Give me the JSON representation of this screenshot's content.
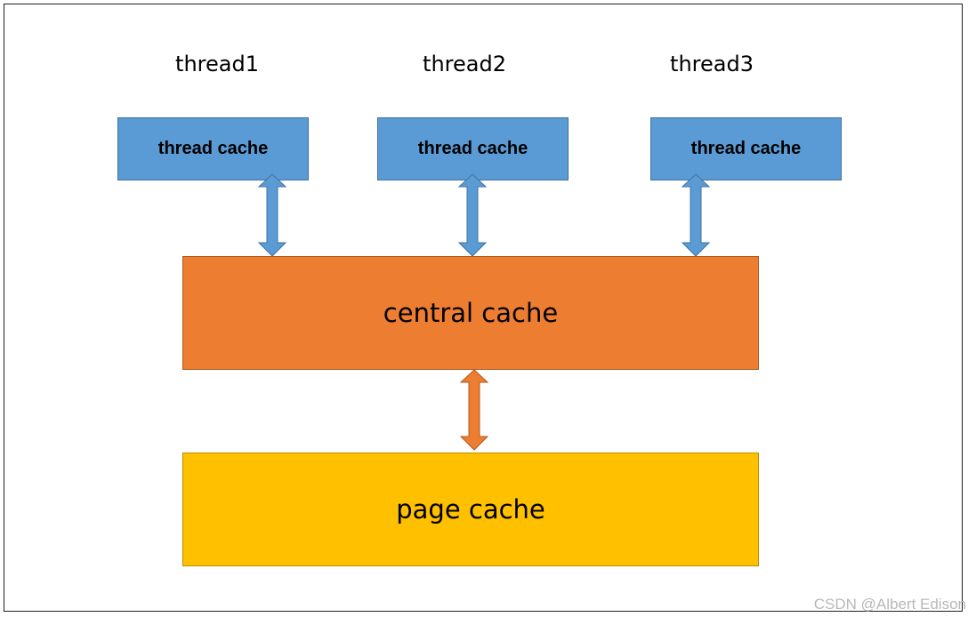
{
  "threads": [
    {
      "label": "thread1",
      "cache_label": "thread cache"
    },
    {
      "label": "thread2",
      "cache_label": "thread cache"
    },
    {
      "label": "thread3",
      "cache_label": "thread cache"
    }
  ],
  "central_cache": {
    "label": "central cache"
  },
  "page_cache": {
    "label": "page cache"
  },
  "watermark": "CSDN @Albert Edison",
  "colors": {
    "thread_cache_fill": "#5b9bd5",
    "central_cache_fill": "#ed7d31",
    "page_cache_fill": "#ffc000",
    "thread_arrow_fill": "#5b9bd5",
    "central_arrow_fill": "#ed7d31"
  }
}
